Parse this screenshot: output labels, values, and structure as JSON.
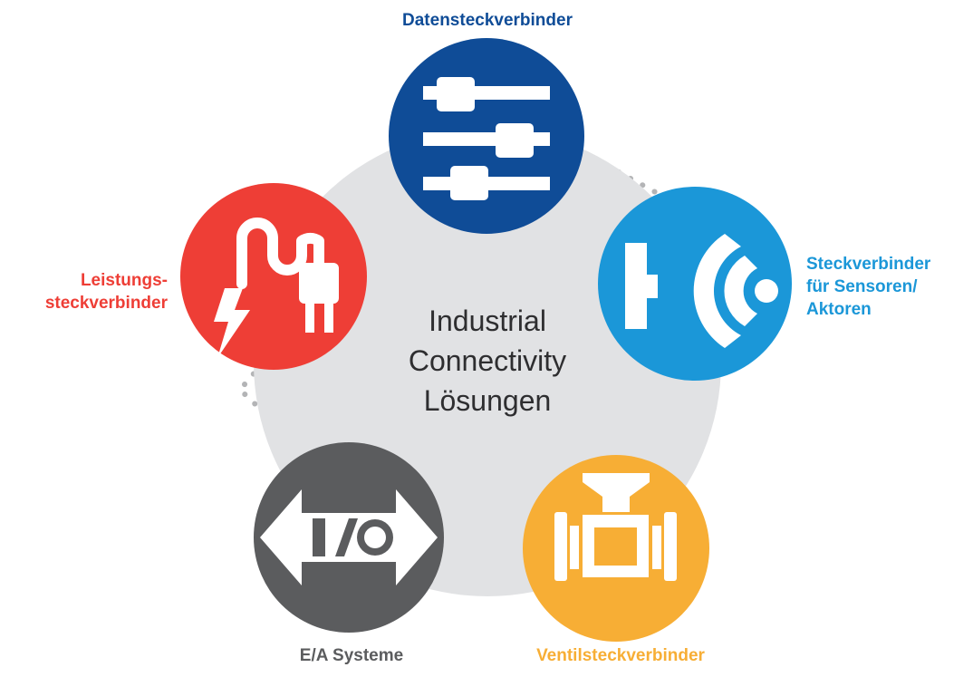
{
  "center": {
    "line1": "Industrial",
    "line2": "Connectivity",
    "line3": "Lösungen"
  },
  "nodes": {
    "data": {
      "label": "Datensteckverbinder",
      "color": "#0f4c97",
      "icon": "slider-controls-icon"
    },
    "sensor": {
      "label_lines": [
        "Steckverbinder",
        "für Sensoren/",
        "Aktoren"
      ],
      "color": "#1b97d8",
      "icon": "wireless-sensor-icon"
    },
    "valve": {
      "label": "Ventilsteckverbinder",
      "color": "#f7ae35",
      "icon": "valve-icon"
    },
    "io": {
      "label": "E/A Systeme",
      "color": "#5b5c5e",
      "icon": "io-arrows-icon"
    },
    "power": {
      "label_lines": [
        "Leistungs-",
        "steckverbinder"
      ],
      "color": "#ee3e36",
      "icon": "power-plug-icon"
    }
  },
  "colors": {
    "center_disc": "#e1e2e4",
    "dotted_ring": "#b3b4b6",
    "icon_fill": "#ffffff",
    "label_gray": "#5b5c5e"
  }
}
